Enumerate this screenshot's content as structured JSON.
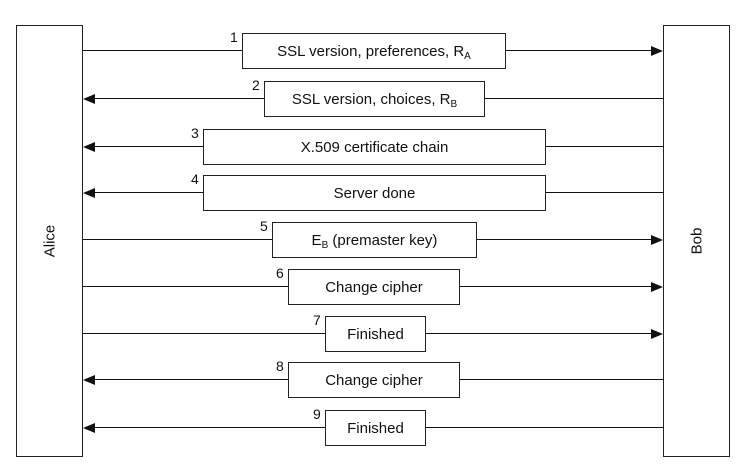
{
  "parties": {
    "left": "Alice",
    "right": "Bob"
  },
  "messages": [
    {
      "num": "1",
      "text": "SSL version, preferences, R",
      "sub": "A",
      "direction": "right"
    },
    {
      "num": "2",
      "text": "SSL version, choices, R",
      "sub": "B",
      "direction": "left"
    },
    {
      "num": "3",
      "text": "X.509 certificate chain",
      "sub": "",
      "direction": "left"
    },
    {
      "num": "4",
      "text": "Server done",
      "sub": "",
      "direction": "left"
    },
    {
      "num": "5",
      "pre": "E",
      "pre_sub": "B",
      "text": " (premaster key)",
      "sub": "",
      "direction": "right"
    },
    {
      "num": "6",
      "text": "Change cipher",
      "sub": "",
      "direction": "right"
    },
    {
      "num": "7",
      "text": "Finished",
      "sub": "",
      "direction": "right"
    },
    {
      "num": "8",
      "text": "Change cipher",
      "sub": "",
      "direction": "left"
    },
    {
      "num": "9",
      "text": "Finished",
      "sub": "",
      "direction": "left"
    }
  ]
}
